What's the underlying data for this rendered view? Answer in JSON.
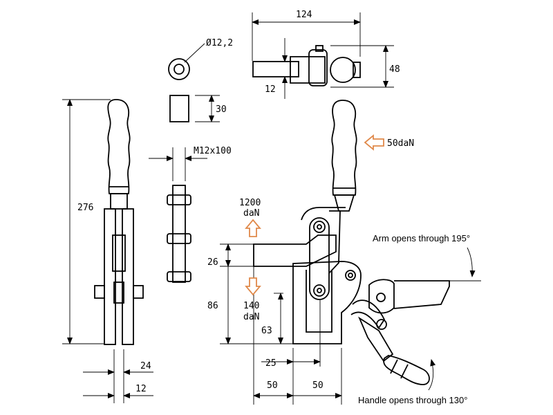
{
  "dimensions": {
    "d124": "124",
    "d48": "48",
    "d12_top": "12",
    "diameter": "Ø12,2",
    "d30": "30",
    "bolt": "M12x100",
    "d276": "276",
    "d26": "26",
    "d86": "86",
    "d63": "63",
    "d25": "25",
    "d50_left": "50",
    "d50_right": "50",
    "d24": "24",
    "d12_bottom": "12"
  },
  "forces": {
    "handle_force": "50daN",
    "up_value": "1200",
    "up_unit": "daN",
    "down_value": "140",
    "down_unit": "daN"
  },
  "notes": {
    "arm_opens": "Arm opens through 195°",
    "handle_opens": "Handle opens through 130°"
  },
  "colors": {
    "force_arrow": "#e0894a",
    "line": "#000000"
  }
}
